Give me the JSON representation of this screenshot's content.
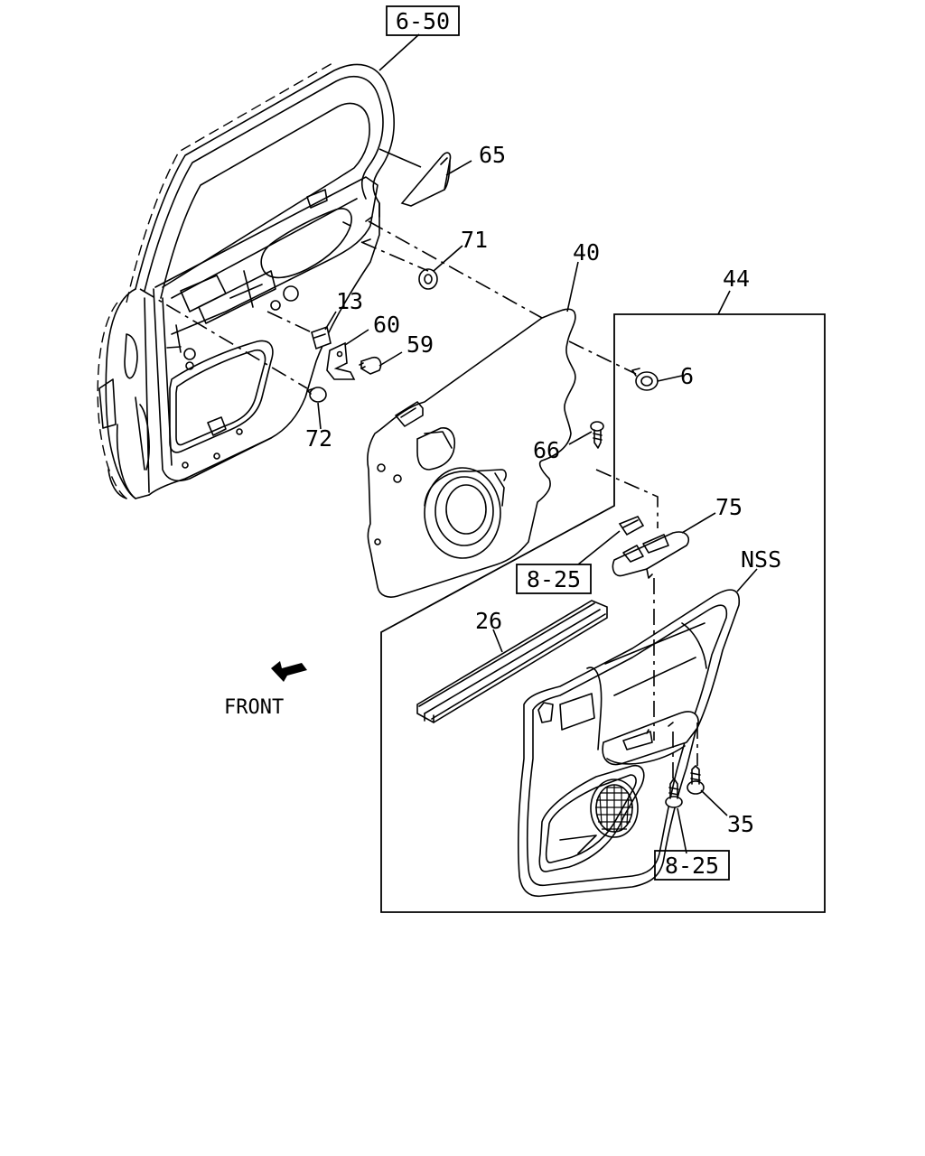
{
  "callouts": {
    "ref_6_50": "6-50",
    "part_65": "65",
    "part_71": "71",
    "part_40": "40",
    "part_44": "44",
    "part_13": "13",
    "part_60": "60",
    "part_59": "59",
    "part_6": "6",
    "part_72": "72",
    "part_66": "66",
    "part_75": "75",
    "ref_8_25_a": "8-25",
    "nss": "NSS",
    "part_26": "26",
    "front": "FRONT",
    "part_35": "35",
    "ref_8_25_b": "8-25"
  }
}
